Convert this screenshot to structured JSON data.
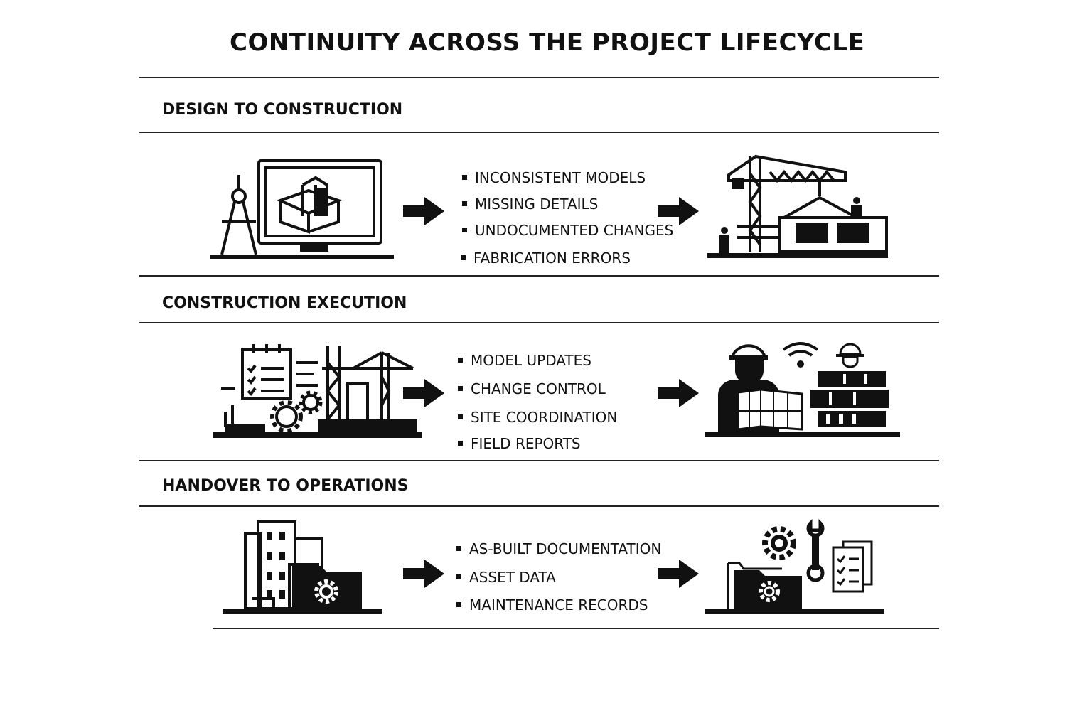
{
  "title": "CONTINUITY ACROSS THE PROJECT LIFECYCLE",
  "sections": [
    {
      "heading": "DESIGN TO CONSTRUCTION",
      "left_icon": "design-drawing-computer-icon",
      "right_icon": "construction-crane-site-icon",
      "bullets": [
        "INCONSISTENT MODELS",
        "MISSING DETAILS",
        "UNDOCUMENTED CHANGES",
        "FABRICATION ERRORS"
      ]
    },
    {
      "heading": "CONSTRUCTION EXECUTION",
      "left_icon": "schedule-gears-cranes-icon",
      "right_icon": "worker-plans-wifi-icon",
      "bullets": [
        "MODEL UPDATES",
        "CHANGE CONTROL",
        "SITE COORDINATION",
        "FIELD REPORTS"
      ]
    },
    {
      "heading": "HANDOVER TO OPERATIONS",
      "left_icon": "building-folder-gear-icon",
      "right_icon": "maintenance-folder-checklist-icon",
      "bullets": [
        "AS-BUILT DOCUMENTATION",
        "ASSET DATA",
        "MAINTENANCE RECORDS"
      ]
    }
  ]
}
